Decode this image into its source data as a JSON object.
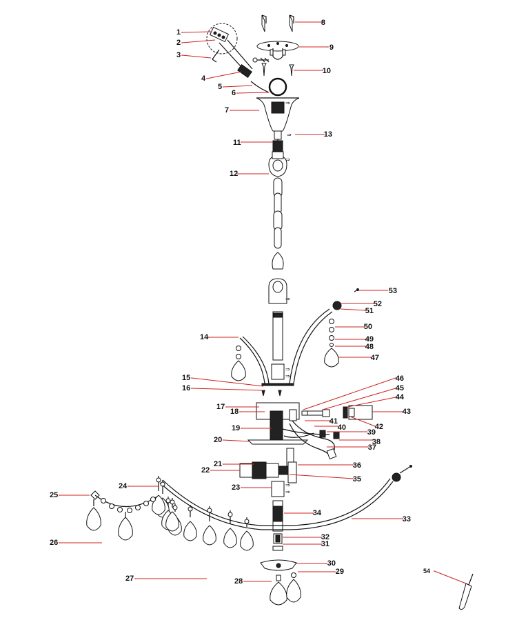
{
  "parts": [
    {
      "id": "1",
      "text": "1"
    },
    {
      "id": "2",
      "text": "2"
    },
    {
      "id": "3",
      "text": "3"
    },
    {
      "id": "4",
      "text": "4"
    },
    {
      "id": "5",
      "text": "5"
    },
    {
      "id": "6",
      "text": "6"
    },
    {
      "id": "7",
      "text": "7"
    },
    {
      "id": "8",
      "text": "8"
    },
    {
      "id": "9",
      "text": "9"
    },
    {
      "id": "10",
      "text": "10"
    },
    {
      "id": "11",
      "text": "11"
    },
    {
      "id": "12",
      "text": "12"
    },
    {
      "id": "13",
      "text": "13"
    },
    {
      "id": "14",
      "text": "14"
    },
    {
      "id": "15",
      "text": "15"
    },
    {
      "id": "16",
      "text": "16"
    },
    {
      "id": "17",
      "text": "17"
    },
    {
      "id": "18",
      "text": "18"
    },
    {
      "id": "19",
      "text": "19"
    },
    {
      "id": "20",
      "text": "20"
    },
    {
      "id": "21",
      "text": "21"
    },
    {
      "id": "22",
      "text": "22"
    },
    {
      "id": "23",
      "text": "23"
    },
    {
      "id": "24",
      "text": "24"
    },
    {
      "id": "25",
      "text": "25"
    },
    {
      "id": "26",
      "text": "26"
    },
    {
      "id": "27",
      "text": "27"
    },
    {
      "id": "28",
      "text": "28"
    },
    {
      "id": "29",
      "text": "29"
    },
    {
      "id": "30",
      "text": "30"
    },
    {
      "id": "31",
      "text": "31"
    },
    {
      "id": "32",
      "text": "32"
    },
    {
      "id": "33",
      "text": "33"
    },
    {
      "id": "34",
      "text": "34"
    },
    {
      "id": "35",
      "text": "35"
    },
    {
      "id": "36",
      "text": "36"
    },
    {
      "id": "37",
      "text": "37"
    },
    {
      "id": "38",
      "text": "38"
    },
    {
      "id": "39",
      "text": "39"
    },
    {
      "id": "40",
      "text": "40"
    },
    {
      "id": "41",
      "text": "41"
    },
    {
      "id": "42",
      "text": "42"
    },
    {
      "id": "43",
      "text": "43"
    },
    {
      "id": "44",
      "text": "44"
    },
    {
      "id": "45",
      "text": "45"
    },
    {
      "id": "46",
      "text": "46"
    },
    {
      "id": "47",
      "text": "47"
    },
    {
      "id": "48",
      "text": "48"
    },
    {
      "id": "49",
      "text": "49"
    },
    {
      "id": "50",
      "text": "50"
    },
    {
      "id": "51",
      "text": "51"
    },
    {
      "id": "52",
      "text": "52"
    },
    {
      "id": "53",
      "text": "53"
    },
    {
      "id": "54",
      "text": "54"
    }
  ],
  "colors": {
    "leader": "#d02020",
    "line": "#111111"
  }
}
